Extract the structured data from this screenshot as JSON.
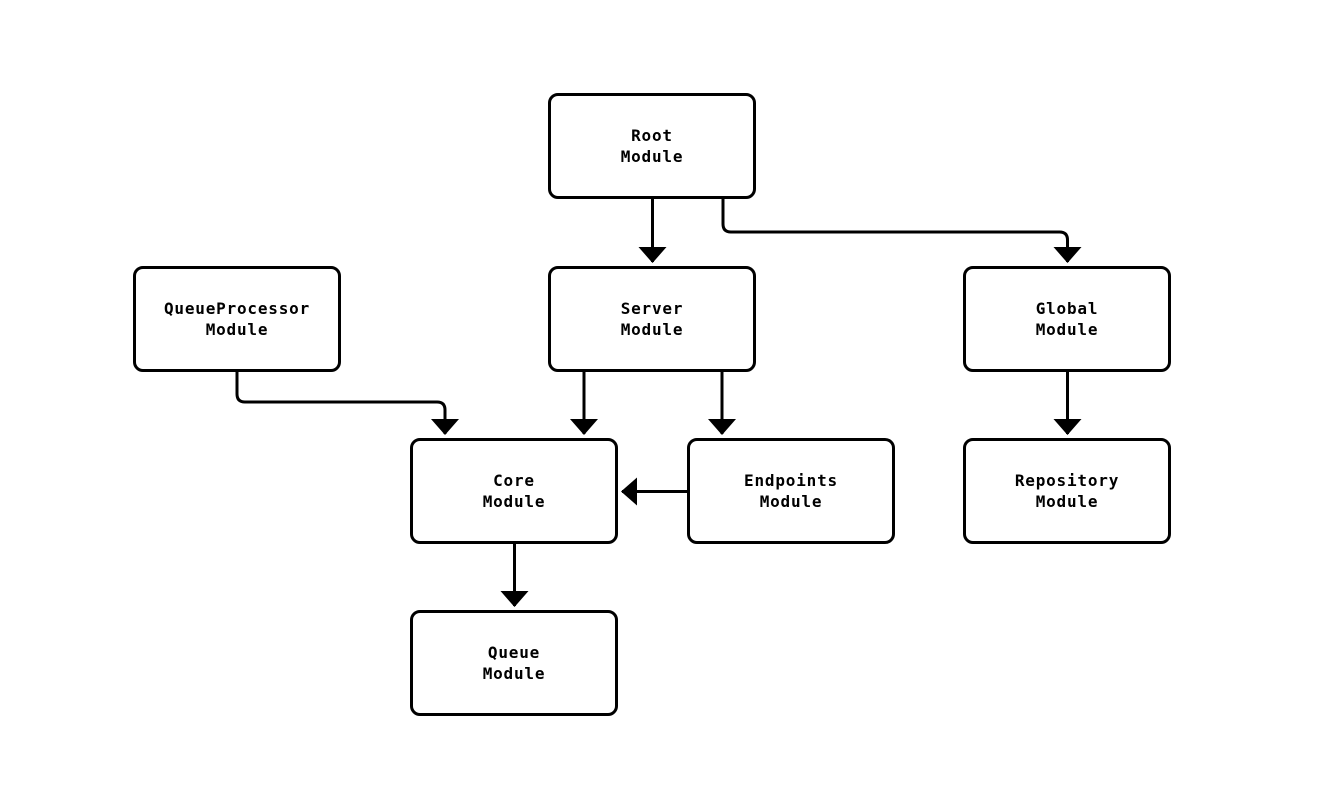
{
  "diagram": {
    "type": "module-dependency-graph",
    "background": "#ffffff",
    "colors": {
      "node_border": "#000000",
      "node_fill": "#ffffff",
      "edge_stroke": "#000000",
      "text": "#000000"
    },
    "nodes": {
      "root": {
        "line1": "Root",
        "line2": "Module"
      },
      "queueprocessor": {
        "line1": "QueueProcessor",
        "line2": "Module"
      },
      "server": {
        "line1": "Server",
        "line2": "Module"
      },
      "global": {
        "line1": "Global",
        "line2": "Module"
      },
      "core": {
        "line1": "Core",
        "line2": "Module"
      },
      "endpoints": {
        "line1": "Endpoints",
        "line2": "Module"
      },
      "repository": {
        "line1": "Repository",
        "line2": "Module"
      },
      "queue": {
        "line1": "Queue",
        "line2": "Module"
      }
    },
    "edges": [
      {
        "from": "Root Module",
        "to": "Server Module"
      },
      {
        "from": "Root Module",
        "to": "Global Module"
      },
      {
        "from": "QueueProcessor Module",
        "to": "Core Module"
      },
      {
        "from": "Server Module",
        "to": "Core Module"
      },
      {
        "from": "Server Module",
        "to": "Endpoints Module"
      },
      {
        "from": "Endpoints Module",
        "to": "Core Module"
      },
      {
        "from": "Core Module",
        "to": "Queue Module"
      },
      {
        "from": "Global Module",
        "to": "Repository Module"
      }
    ]
  }
}
